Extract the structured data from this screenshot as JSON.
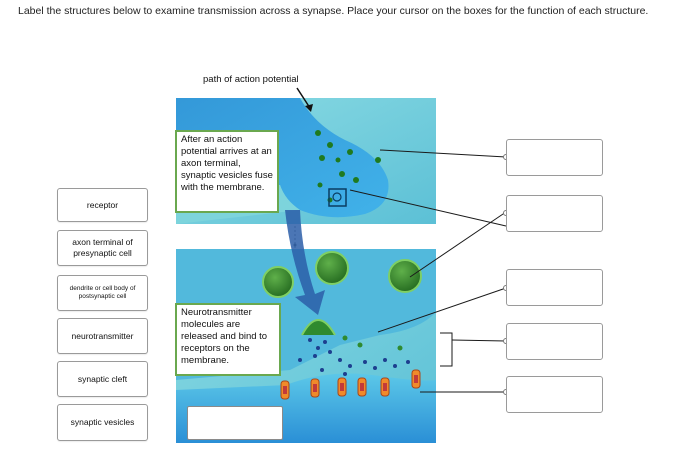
{
  "instructions": "Label the structures below to examine transmission across a synapse. Place your cursor on the boxes for the function of each structure.",
  "diagram": {
    "path_label": "path of action potential",
    "callout_top": "After an action potential arrives at an axon terminal, synaptic vesicles fuse with the membrane.",
    "callout_bottom": "Neurotransmitter molecules are released and bind to receptors on the membrane."
  },
  "word_bank": [
    {
      "label": "receptor"
    },
    {
      "label": "axon terminal of presynaptic cell"
    },
    {
      "label": "dendrite or cell body of postsynaptic cell"
    },
    {
      "label": "neurotransmitter"
    },
    {
      "label": "synaptic cleft"
    },
    {
      "label": "synaptic vesicles"
    }
  ],
  "answer_boxes": [
    "",
    "",
    "",
    "",
    "",
    ""
  ],
  "colors": {
    "axon_blue": "#3a9fe0",
    "background_teal": "#6fd0d8",
    "vesicle_green": "#2f8a2f",
    "callout_border": "#6aa84f"
  }
}
